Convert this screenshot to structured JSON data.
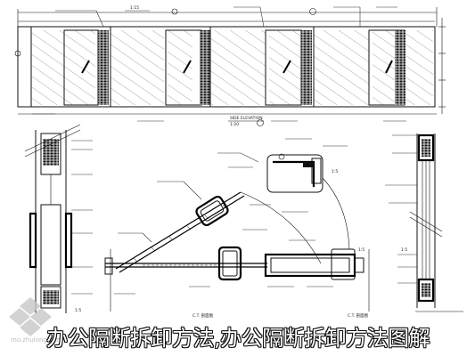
{
  "caption": "办公隔断拆卸方法,办公隔断拆卸方法图解",
  "watermark": {
    "text": "mo.zhulong.com"
  },
  "elevation": {
    "label_center": "1:15",
    "callout_top_right": "①",
    "title": "SIDE ELEVATION",
    "title_scale": "1:20",
    "callout_symbol": "①"
  },
  "plan_labels": {
    "top_box_scale": "1:5",
    "right_box_scale": "1:5",
    "left_detail_scale": "1:5",
    "right_detail_scale": "1:5",
    "left_caption": "C.T. 剖面图",
    "right_caption": "C.T. 剖面图"
  },
  "colors": {
    "line": "#111111",
    "background": "#ffffff",
    "caption_fill": "#ffffff",
    "caption_stroke": "#111111",
    "watermark": "#c8c8c8"
  }
}
